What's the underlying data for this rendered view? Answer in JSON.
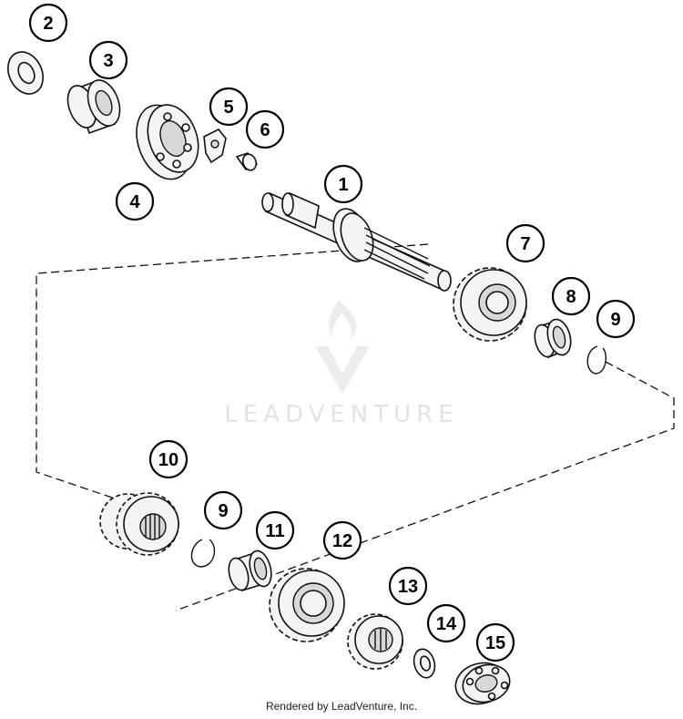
{
  "callouts": {
    "c1": "1",
    "c2": "2",
    "c3": "3",
    "c4": "4",
    "c5": "5",
    "c6": "6",
    "c7": "7",
    "c8": "8",
    "c9a": "9",
    "c9b": "9",
    "c10": "10",
    "c11": "11",
    "c12": "12",
    "c13": "13",
    "c14": "14",
    "c15": "15"
  },
  "watermark": {
    "text": "LEADVENTURE",
    "color": "#e3e3e3"
  },
  "footer": {
    "text": "Rendered by LeadVenture, Inc."
  }
}
